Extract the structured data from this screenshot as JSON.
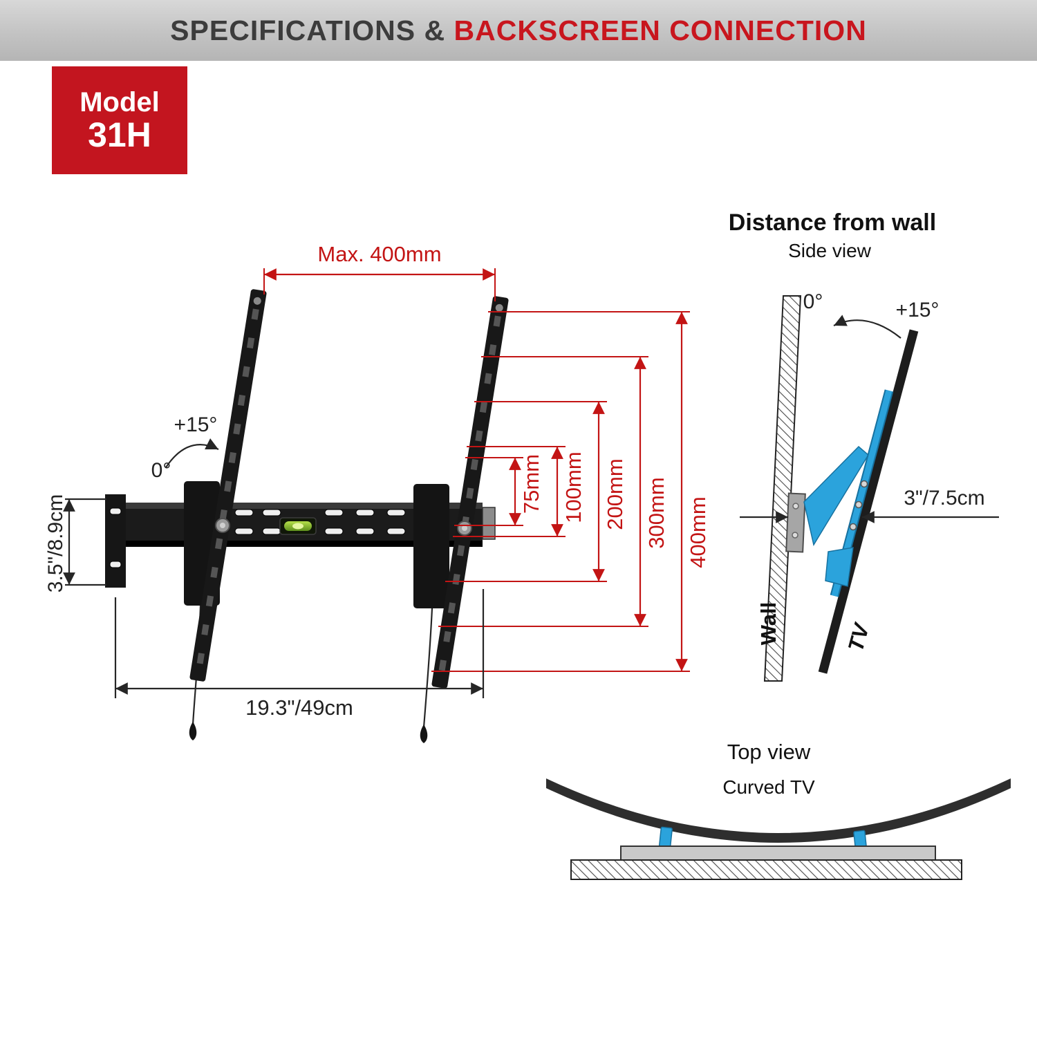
{
  "colors": {
    "accent_red": "#c8161e",
    "dim_red": "#c31414",
    "blue": "#2ba3dc",
    "dark": "#1d1d1d"
  },
  "header": {
    "title_part1": "SPECIFICATIONS & ",
    "title_part2": "BACKSCREEN CONNECTION"
  },
  "model_badge": {
    "label": "Model",
    "number": "31H"
  },
  "main_diagram": {
    "max_width": "Max. 400mm",
    "tilt_up": "+15°",
    "tilt_zero": "0°",
    "vesa_75": "75mm",
    "vesa_100": "100mm",
    "vesa_200": "200mm",
    "vesa_300": "300mm",
    "vesa_400": "400mm",
    "bracket_height": "3.5\"/8.9cm",
    "plate_width": "19.3\"/49cm"
  },
  "side_view": {
    "title": "Distance from wall",
    "subtitle": "Side view",
    "angle_zero": "0°",
    "angle_tilt": "+15°",
    "wall_distance": "3\"/7.5cm",
    "wall_label": "Wall",
    "tv_label": "TV"
  },
  "top_view": {
    "title": "Top view",
    "subtitle": "Curved TV"
  }
}
